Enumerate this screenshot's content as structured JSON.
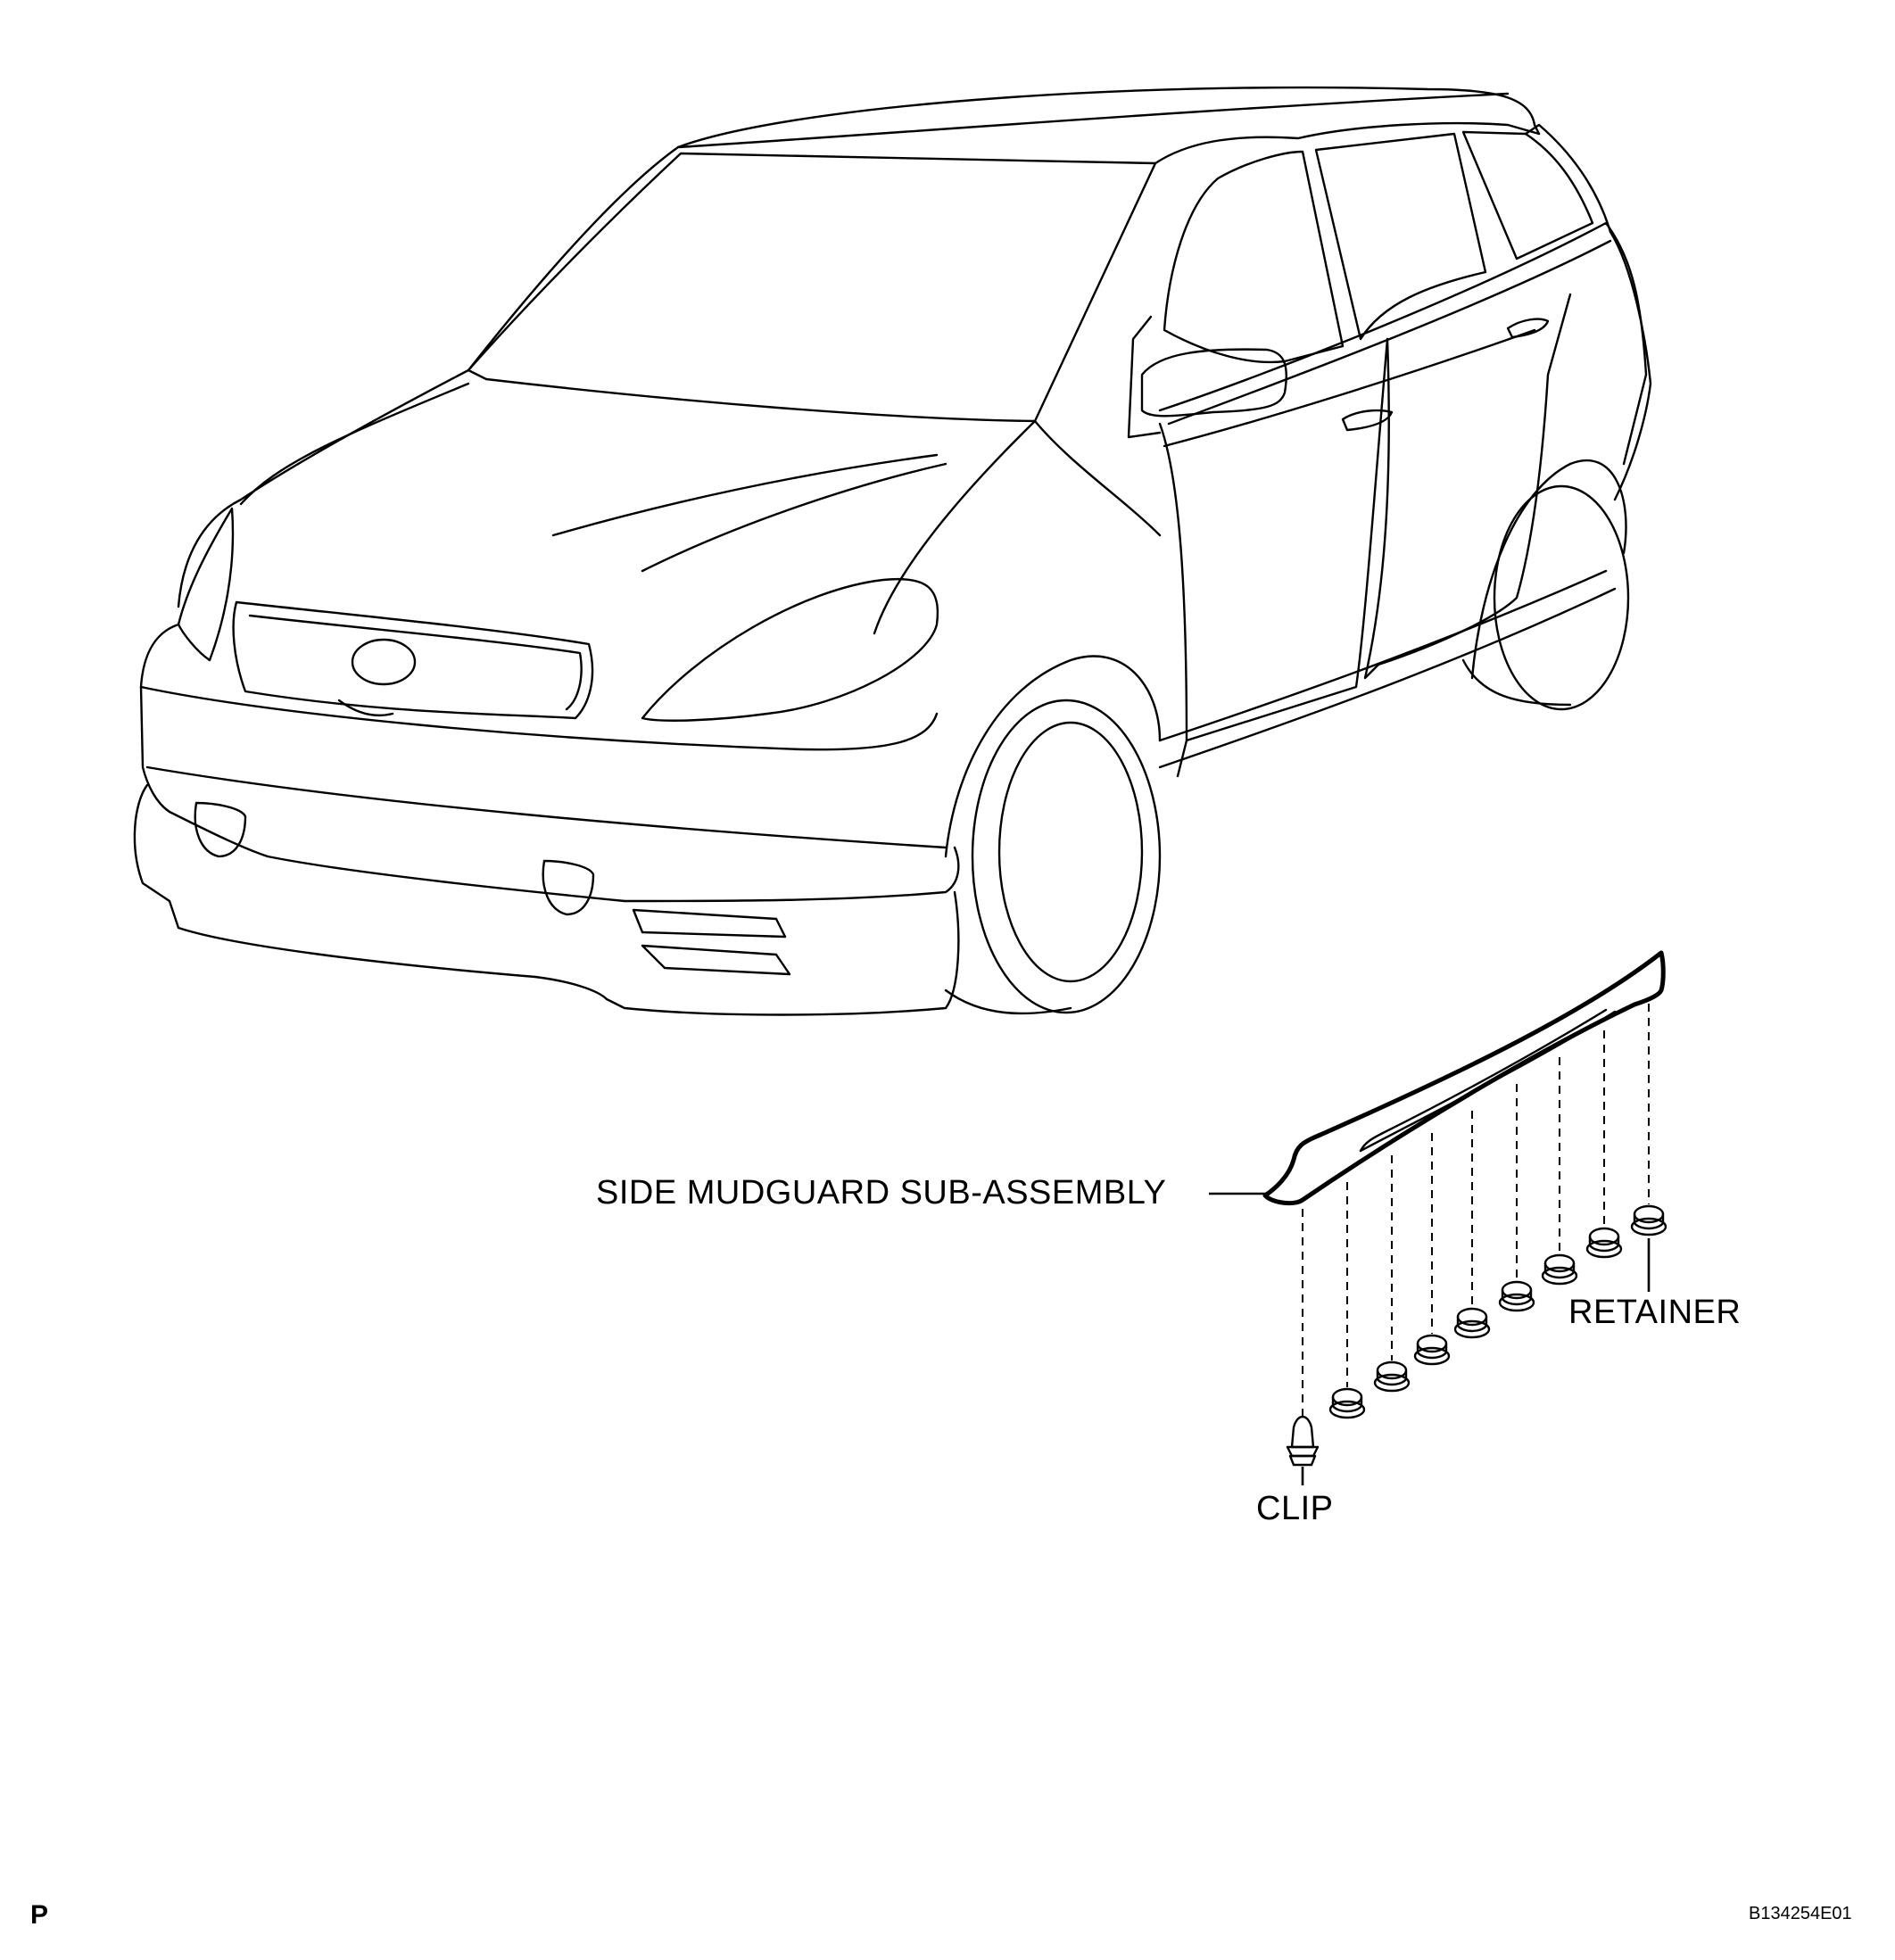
{
  "labels": {
    "side_mudguard": "SIDE MUDGUARD SUB-ASSEMBLY",
    "retainer": "RETAINER",
    "clip": "CLIP"
  },
  "page_marker": "P",
  "figure_code": "B134254E01"
}
